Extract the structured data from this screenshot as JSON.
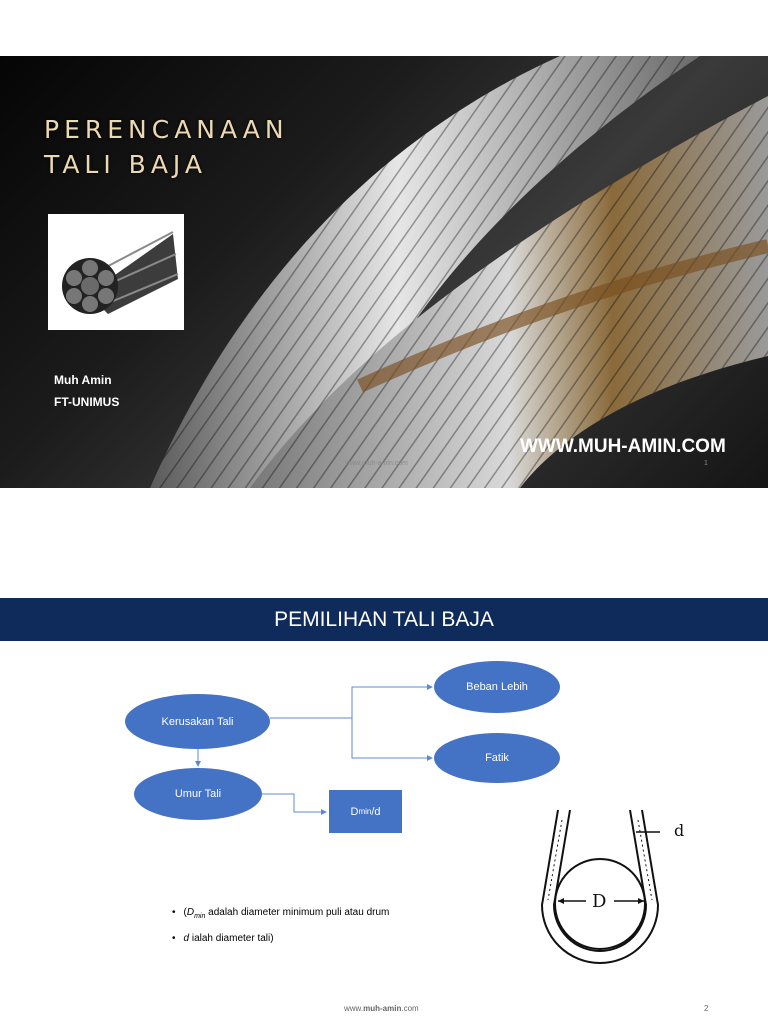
{
  "slide1": {
    "title_line1": "PERENCANAAN",
    "title_line2": "TALI BAJA",
    "author": "Muh Amin",
    "affiliation": "FT-UNIMUS",
    "website": "WWW.MUH-AMIN.COM",
    "footer": "www.muh-amin.com",
    "page_number": "1"
  },
  "slide2": {
    "title": "PEMILIHAN TALI BAJA",
    "diagram": {
      "kerusakan": "Kerusakan Tali",
      "beban": "Beban Lebih",
      "fatik": "Fatik",
      "umur": "Umur Tali",
      "ratio_main": "D",
      "ratio_sub": "min",
      "ratio_rest": "/d"
    },
    "bullets": {
      "b1_open": "(",
      "b1_sym": "D",
      "b1_sub": "min",
      "b1_text": " adalah diameter minimum puli atau drum",
      "b2_sym": "d",
      "b2_text": " ialah diameter tali)"
    },
    "figure": {
      "label_D": "D",
      "label_d": "d"
    },
    "footer_prefix": "www.",
    "footer_bold": "muh-amin",
    "footer_suffix": ".com",
    "page_number": "2"
  }
}
